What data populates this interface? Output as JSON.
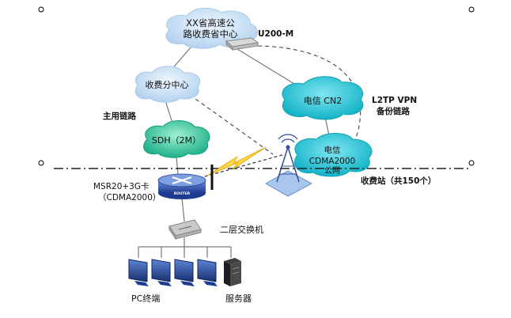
{
  "nodes": {
    "province_center": {
      "line1": "XX省高速公",
      "line2": "路收费省中心"
    },
    "u200": "U200-M",
    "branch_center": "收费分中心",
    "cn2": "电信 CN2",
    "sdh": "SDH（2M）",
    "cdma_cloud": {
      "line1": "电信",
      "line2": "CDMA2000",
      "line3": "公网"
    },
    "router": {
      "line1": "MSR20+3G卡",
      "line2": "（CDMA2000）",
      "badge": "ROUTER"
    },
    "switch": "二层交换机",
    "pc": "PC终端",
    "server": "服务器"
  },
  "links": {
    "main": "主用链路",
    "vpn": {
      "line1": "L2TP VPN",
      "line2": "备份链路"
    }
  },
  "site": "收费站（共150个）",
  "colors": {
    "cloud_light": "#c5dff3",
    "cloud_cyan": "#17c0d3",
    "cloud_green": "#2cc59a",
    "device_blue": "#1f4aa8",
    "lightning": "#ffd54a"
  }
}
